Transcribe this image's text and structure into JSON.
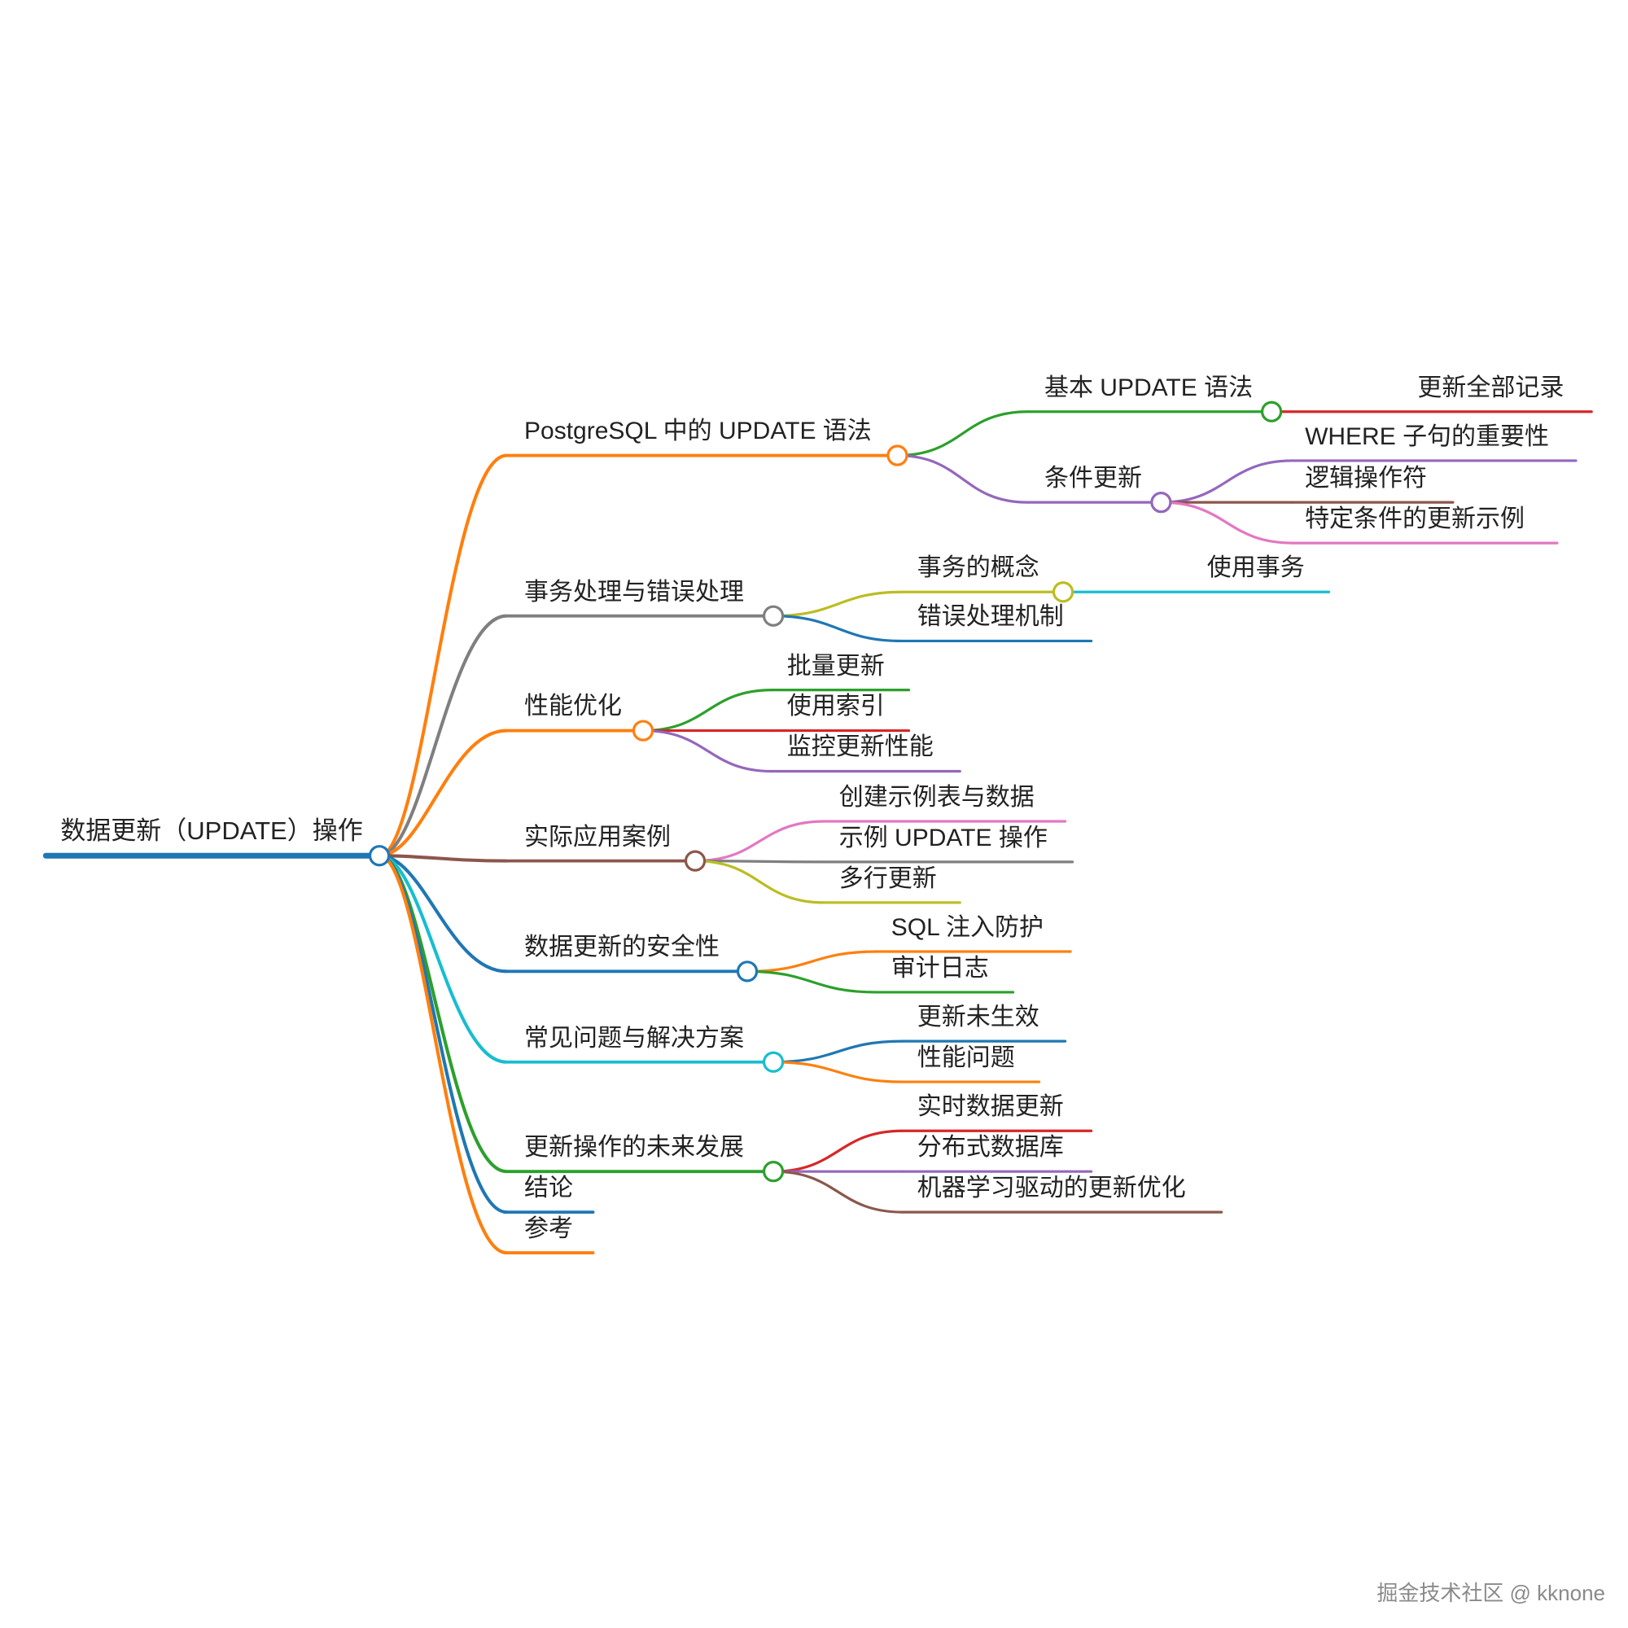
{
  "root": {
    "label": "数据更新（UPDATE）操作",
    "color": "#1f77b4"
  },
  "branches": [
    {
      "label": "PostgreSQL 中的 UPDATE 语法",
      "color": "#ff7f0e",
      "children": [
        {
          "label": "基本 UPDATE 语法",
          "color": "#2ca02c",
          "children": [
            {
              "label": "更新全部记录",
              "color": "#d62728"
            }
          ]
        },
        {
          "label": "条件更新",
          "color": "#9467bd",
          "children": [
            {
              "label": "WHERE 子句的重要性",
              "color": "#9467bd"
            },
            {
              "label": "逻辑操作符",
              "color": "#8c564b"
            },
            {
              "label": "特定条件的更新示例",
              "color": "#e377c2"
            }
          ]
        }
      ]
    },
    {
      "label": "事务处理与错误处理",
      "color": "#7f7f7f",
      "children": [
        {
          "label": "事务的概念",
          "color": "#bcbd22",
          "children": [
            {
              "label": "使用事务",
              "color": "#17becf"
            }
          ]
        },
        {
          "label": "错误处理机制",
          "color": "#1f77b4"
        }
      ]
    },
    {
      "label": "性能优化",
      "color": "#ff7f0e",
      "children": [
        {
          "label": "批量更新",
          "color": "#2ca02c"
        },
        {
          "label": "使用索引",
          "color": "#d62728"
        },
        {
          "label": "监控更新性能",
          "color": "#9467bd"
        }
      ]
    },
    {
      "label": "实际应用案例",
      "color": "#8c564b",
      "children": [
        {
          "label": "创建示例表与数据",
          "color": "#e377c2"
        },
        {
          "label": "示例 UPDATE 操作",
          "color": "#7f7f7f"
        },
        {
          "label": "多行更新",
          "color": "#bcbd22"
        }
      ]
    },
    {
      "label": "数据更新的安全性",
      "color": "#1f77b4",
      "children": [
        {
          "label": "SQL 注入防护",
          "color": "#ff7f0e"
        },
        {
          "label": "审计日志",
          "color": "#2ca02c"
        }
      ]
    },
    {
      "label": "常见问题与解决方案",
      "color": "#17becf",
      "children": [
        {
          "label": "更新未生效",
          "color": "#1f77b4"
        },
        {
          "label": "性能问题",
          "color": "#ff7f0e"
        }
      ]
    },
    {
      "label": "更新操作的未来发展",
      "color": "#2ca02c",
      "children": [
        {
          "label": "实时数据更新",
          "color": "#d62728"
        },
        {
          "label": "分布式数据库",
          "color": "#9467bd"
        },
        {
          "label": "机器学习驱动的更新优化",
          "color": "#8c564b"
        }
      ]
    },
    {
      "label": "结论",
      "color": "#1f77b4",
      "children": []
    },
    {
      "label": "参考",
      "color": "#ff7f0e",
      "children": []
    }
  ],
  "watermark": "掘金技术社区 @ kknone"
}
